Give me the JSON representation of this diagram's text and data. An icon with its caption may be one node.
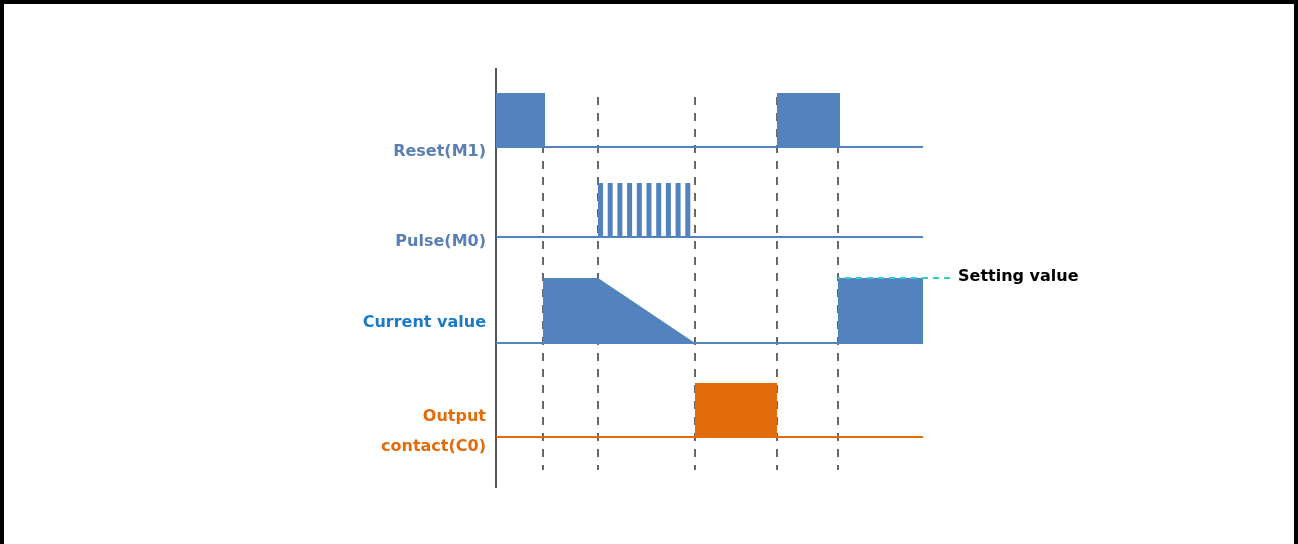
{
  "diagram": {
    "nodes": [
      {
        "text": [
          "Setting value"
        ]
      },
      {
        "text": [],
        "shape": "bar"
      }
    ],
    "edges": [
      {
        "from": 0,
        "to": 1,
        "arrow": "none",
        "style": "dashed",
        "color": "#33cccc"
      }
    ],
    "labels": [
      "Reset(M1)",
      "Pulse(M0)",
      "Current value",
      "Output contact(C0)"
    ]
  }
}
